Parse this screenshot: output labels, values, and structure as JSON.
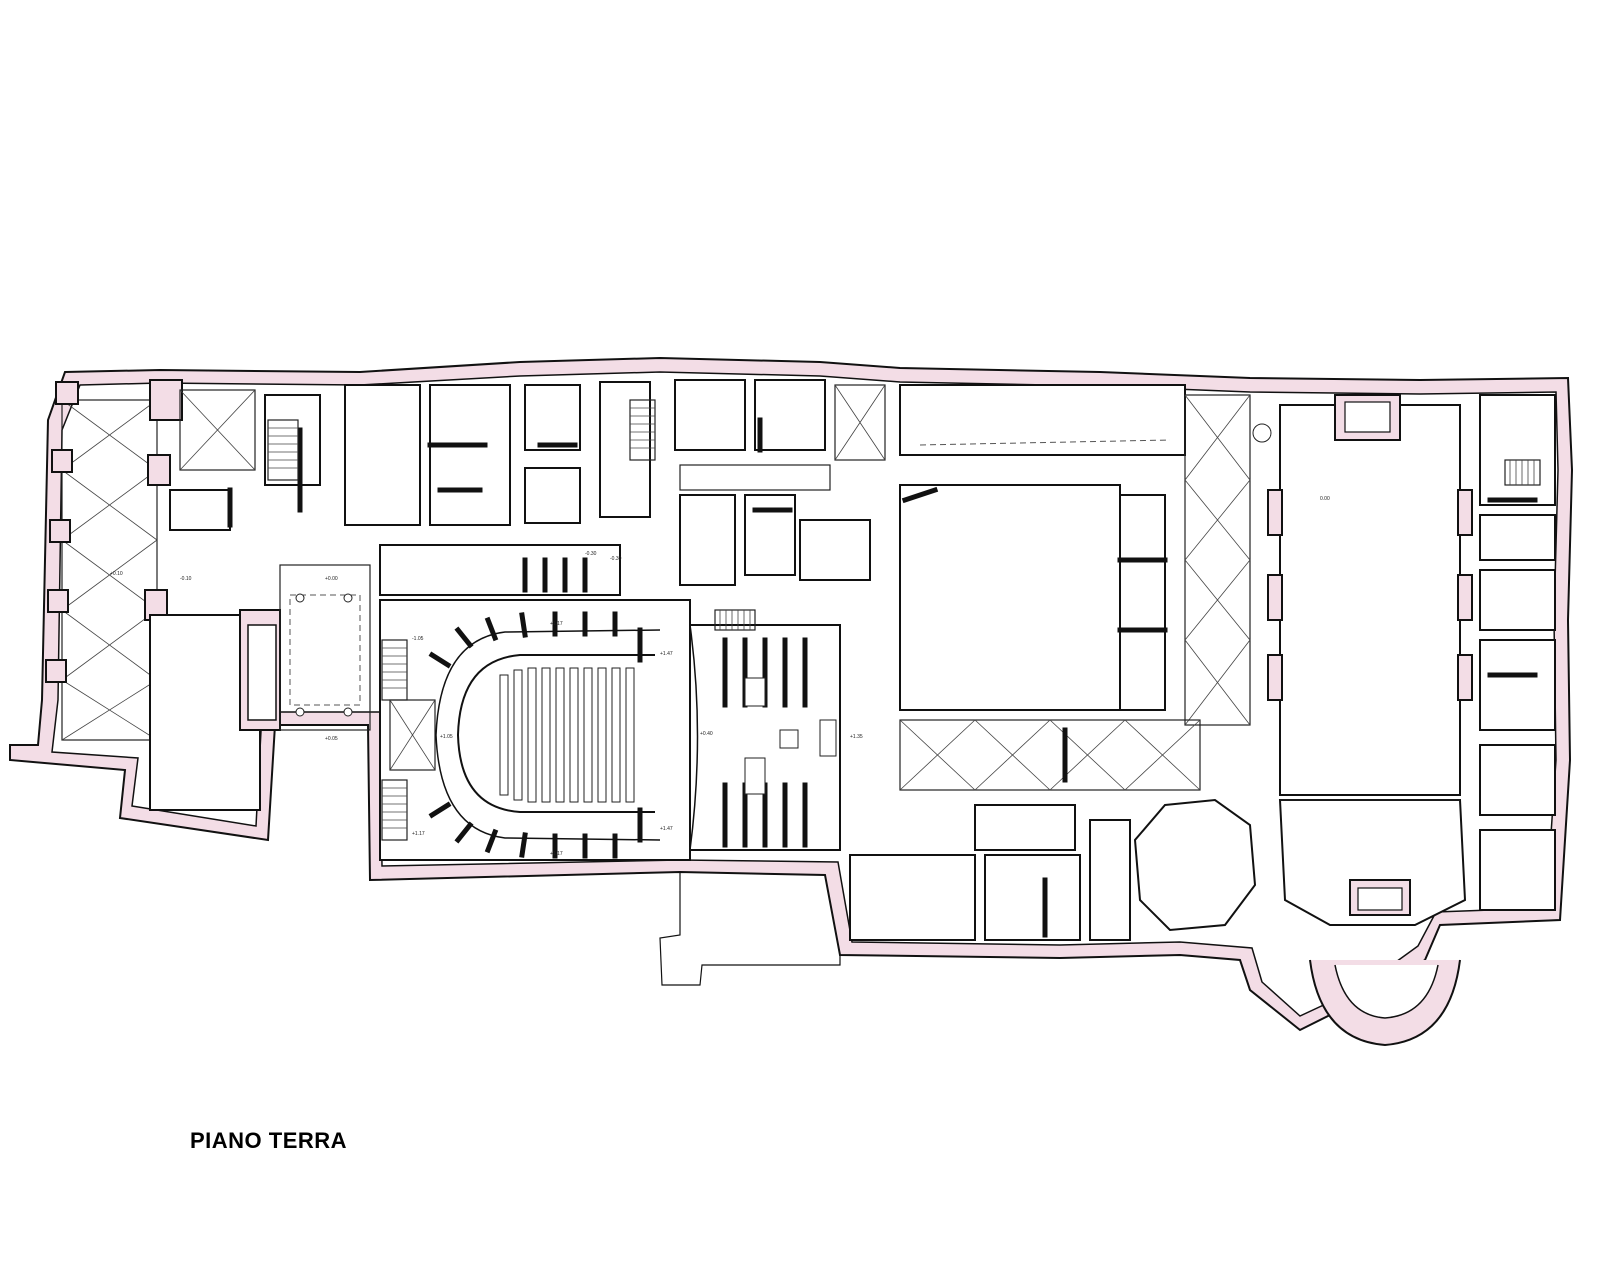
{
  "drawing": {
    "title": "PIANO TERRA",
    "colors": {
      "wall_fill": "#f3dde6",
      "line": "#111111",
      "background": "#ffffff"
    },
    "level_marks": [
      "+0.00",
      "+0.05",
      "-0.10",
      "+0.10",
      "-1.05",
      "+1.17",
      "+1.05",
      "+0.40",
      "+1.47",
      "-0.30",
      "+0.15",
      "0.00",
      "+1.35"
    ]
  }
}
